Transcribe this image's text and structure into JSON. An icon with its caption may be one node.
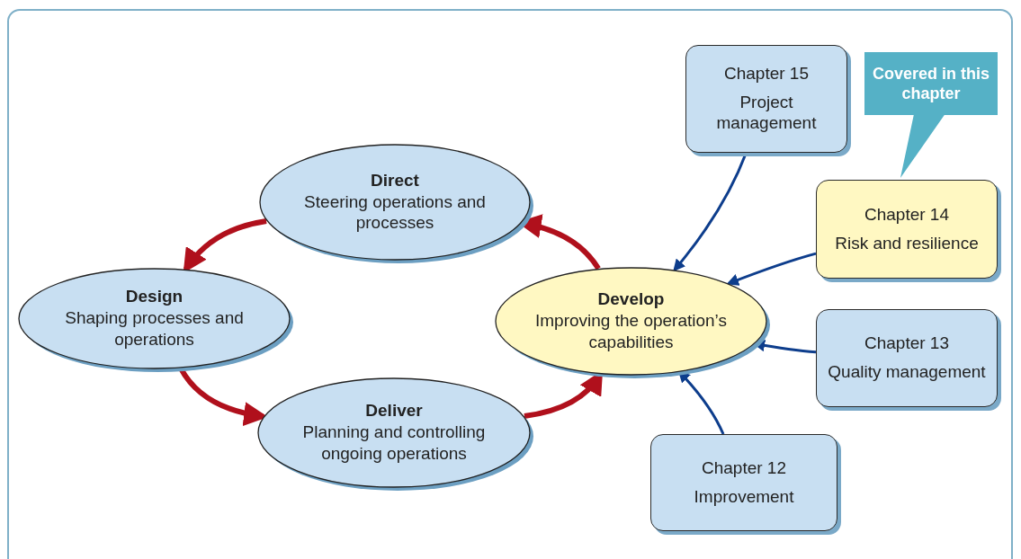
{
  "diagram": {
    "nodes": [
      {
        "text": [
          "Direct",
          "Steering operations and processes"
        ]
      },
      {
        "text": [
          "Design",
          "Shaping processes and operations"
        ]
      },
      {
        "text": [
          "Deliver",
          "Planning and controlling ongoing operations"
        ]
      },
      {
        "text": [
          "Develop",
          "Improving the operation’s capabilities"
        ]
      },
      {
        "text": [
          "Chapter 15",
          "Project management"
        ]
      },
      {
        "text": [
          "Covered in this chapter"
        ]
      },
      {
        "text": [
          "Chapter 14",
          "Risk and resilience"
        ]
      },
      {
        "text": [
          "Chapter 13",
          "Quality management"
        ]
      },
      {
        "text": [
          "Chapter 12",
          "Improvement"
        ]
      }
    ],
    "edges": [
      {
        "from": 0,
        "to": 1,
        "arrow": "to",
        "style": "thick",
        "color": "#b0101c"
      },
      {
        "from": 1,
        "to": 2,
        "arrow": "to",
        "style": "thick",
        "color": "#b0101c"
      },
      {
        "from": 2,
        "to": 3,
        "arrow": "to",
        "style": "thick",
        "color": "#b0101c"
      },
      {
        "from": 3,
        "to": 0,
        "arrow": "to",
        "style": "thick",
        "color": "#b0101c"
      },
      {
        "from": 4,
        "to": 3,
        "arrow": "to",
        "color": "#0d3d8c"
      },
      {
        "from": 6,
        "to": 3,
        "arrow": "to",
        "color": "#0d3d8c"
      },
      {
        "from": 7,
        "to": 3,
        "arrow": "to",
        "color": "#0d3d8c"
      },
      {
        "from": 8,
        "to": 3,
        "arrow": "to",
        "color": "#0d3d8c"
      }
    ]
  }
}
